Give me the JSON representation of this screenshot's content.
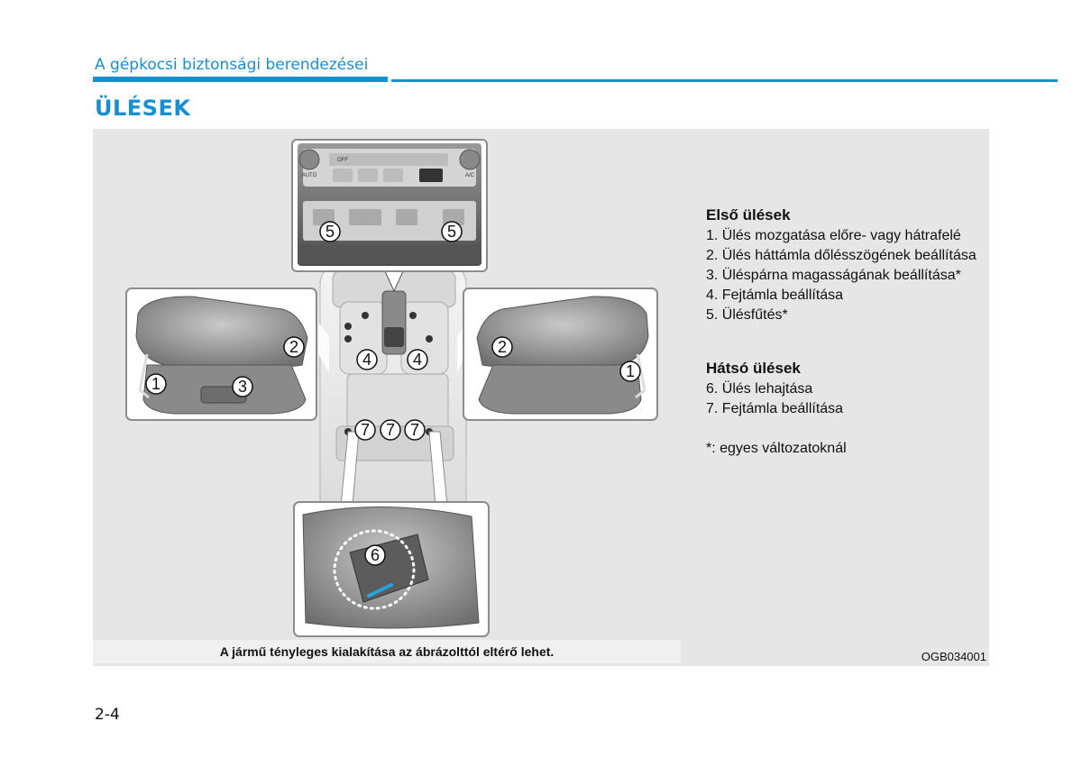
{
  "header": {
    "chapter_title": "A gépkocsi biztonsági berendezései"
  },
  "section": {
    "title": "ÜLÉSEK"
  },
  "figure": {
    "callouts": {
      "n1": "1",
      "n2": "2",
      "n3": "3",
      "n4": "4",
      "n5": "5",
      "n6": "6",
      "n7": "7"
    },
    "console_labels": {
      "auto": "AUTO",
      "off": "OFF",
      "ac": "A/C"
    },
    "legend": {
      "front_heading": "Első ülések",
      "front_items": [
        "1. Ülés mozgatása előre- vagy hátrafelé",
        "2. Ülés háttámla dőlésszögének beállítása",
        "3. Üléspárna magasságának beállítása*",
        "4. Fejtámla beállítása",
        "5. Ülésfűtés*"
      ],
      "rear_heading": "Hátsó ülések",
      "rear_items": [
        "6. Ülés lehajtása",
        "7. Fejtámla beállítása"
      ],
      "note": "*: egyes változatoknál"
    },
    "caption": "A jármű tényleges kialakítása az ábrázolttól eltérő lehet.",
    "code": "OGB034001"
  },
  "footer": {
    "page_number": "2-4"
  }
}
